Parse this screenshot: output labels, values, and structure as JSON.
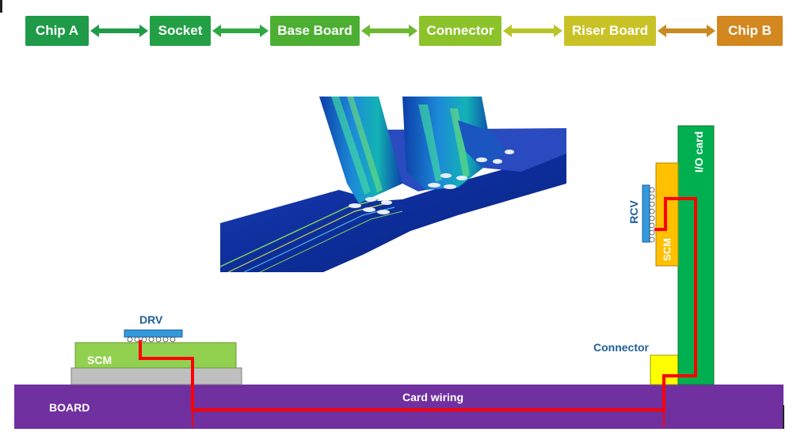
{
  "chain": {
    "nodes": [
      {
        "label": "Chip A",
        "color": "#1e9a48"
      },
      {
        "label": "Socket",
        "color": "#23a046"
      },
      {
        "label": "Base Board",
        "color": "#4caf32"
      },
      {
        "label": "Connector",
        "color": "#8cc22a"
      },
      {
        "label": "Riser Board",
        "color": "#c8c227"
      },
      {
        "label": "Chip B",
        "color": "#d3871f"
      }
    ],
    "arrow_colors": [
      "#1e9a48",
      "#2ea840",
      "#6db830",
      "#b7c428",
      "#c98a22"
    ]
  },
  "diagram": {
    "board_label": "BOARD",
    "card_wiring_label": "Card wiring",
    "scm_left_label": "SCM",
    "drv_label": "DRV",
    "connector_label": "Connector",
    "io_card_label": "I/O card",
    "rcv_label": "RCV",
    "scm_right_label": "SCM",
    "colors": {
      "board": "#7030a0",
      "scm": "#92d050",
      "io_card": "#00b050",
      "chip": "#3399dd",
      "connector": "#ffff00",
      "scm_right": "#ffc000",
      "wire": "#ff0000",
      "label_blue": "#1f5f99"
    }
  }
}
